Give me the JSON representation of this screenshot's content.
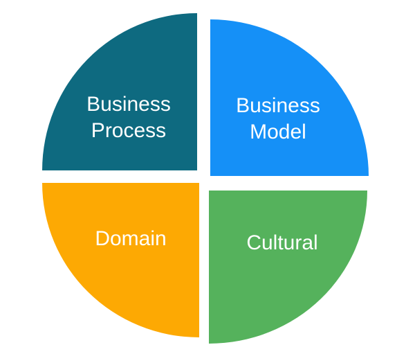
{
  "diagram": {
    "type": "quadrant-pie",
    "background_color": "#FFFFFF",
    "text_color": "#FFFFFF",
    "segments": {
      "business_process": {
        "label": "Business Process",
        "line1": "Business",
        "line2": "Process",
        "color": "#0E6A80",
        "position": "top-left"
      },
      "business_model": {
        "label": "Business Model",
        "line1": "Business",
        "line2": "Model",
        "color": "#1590F7",
        "position": "top-right"
      },
      "domain": {
        "label": "Domain",
        "line1": "Domain",
        "color": "#FDA903",
        "position": "bottom-left"
      },
      "cultural": {
        "label": "Cultural",
        "line1": "Cultural",
        "color": "#55B25C",
        "position": "bottom-right"
      }
    }
  }
}
